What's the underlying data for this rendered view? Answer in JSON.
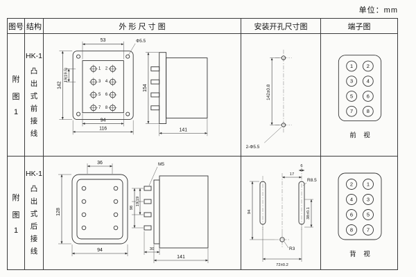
{
  "page": {
    "unit_label": "单位：mm"
  },
  "headers": {
    "fig_no": "图号",
    "structure": "结构",
    "outline": "外 形 尺 寸 图",
    "mounting": "安装开孔尺寸图",
    "terminal": "端子图"
  },
  "rows": [
    {
      "fig_chars": [
        "附",
        "图",
        "1"
      ],
      "structure_title": "HK-1",
      "structure_chars": [
        "凸",
        "出",
        "式",
        "前",
        "接",
        "线"
      ],
      "outline": {
        "dim_top": "53",
        "dim_hole": "Φ5.5",
        "dim_height": "142",
        "dim_pitch": "19(19.5)",
        "dim_bottom_inner": "94",
        "dim_bottom_outer": "116",
        "dim_side_height": "154",
        "dim_side_width": "141",
        "terminal_numbers": [
          "1",
          "2",
          "3",
          "4",
          "5",
          "6",
          "7",
          "8"
        ]
      },
      "mounting": {
        "dim_height": "142±0.8",
        "dim_holes": "2-Φ5.5"
      },
      "terminal": {
        "numbers": [
          [
            "1",
            "2"
          ],
          [
            "3",
            "4"
          ],
          [
            "5",
            "6"
          ],
          [
            "7",
            "8"
          ]
        ],
        "view_label": "前 视"
      }
    },
    {
      "fig_chars": [
        "附",
        "图",
        "1"
      ],
      "structure_title": "HK-1",
      "structure_chars": [
        "凸",
        "出",
        "式",
        "后",
        "接",
        "线"
      ],
      "outline": {
        "dim_top": "36",
        "dim_screw": "M5",
        "dim_height": "128",
        "dim_span": "98",
        "dim_pitch": "19,19",
        "dim_bottom": "94",
        "dim_depth": "30",
        "dim_side_width": "141"
      },
      "mounting": {
        "dim_offset": "17",
        "dim_slot_width": "6",
        "dim_slot_radius": "R8.5",
        "dim_height": "94",
        "dim_right": "38±0.1",
        "dim_hole_radius": "R3",
        "dim_span": "72±0.2"
      },
      "terminal": {
        "numbers": [
          [
            "2",
            "1"
          ],
          [
            "4",
            "3"
          ],
          [
            "6",
            "5"
          ],
          [
            "8",
            "7"
          ]
        ],
        "view_label": "背 视"
      }
    }
  ]
}
